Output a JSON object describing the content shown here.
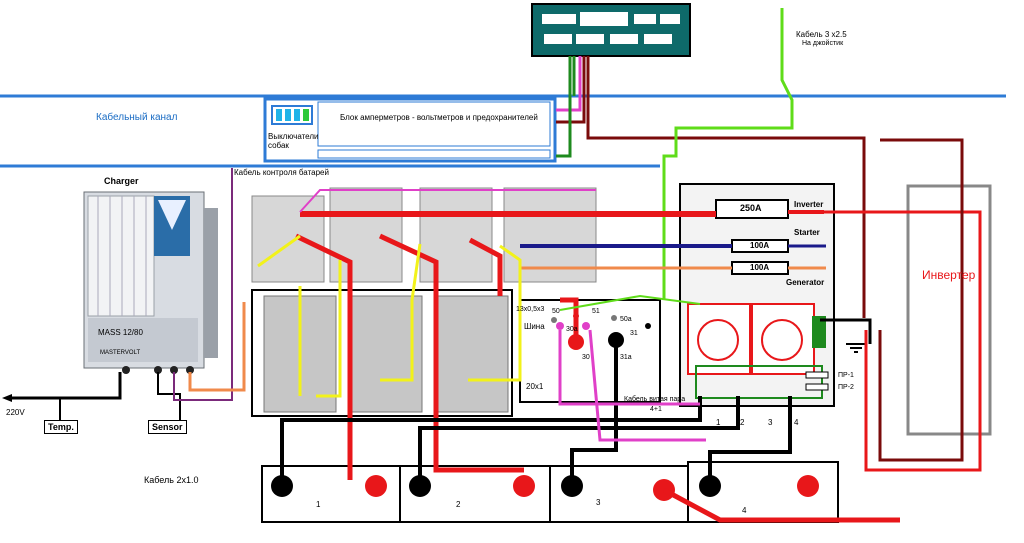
{
  "labels": {
    "cable_channel": "Кабельный канал",
    "meter_block": "Блок амперметров - вольтметров  и предохранителей",
    "switches": "Выключатели собак",
    "battery_cable": "Кабель контроля батарей",
    "charger": "Charger",
    "charger_model": "MASS 12/80",
    "charger_brand": "MASTERVOLT",
    "v220": "220V",
    "temp": "Temp.",
    "sensor": "Sensor",
    "cable_2x1": "Кабель 2х1.0",
    "cable_3x25": "Кабель  3  х2.5",
    "to_joystick": "На джойстик",
    "inverter_word": "Инвертер",
    "inverter_arrow": "Inverter",
    "starter": "Starter",
    "generator": "Generator",
    "fuse_250": "250A",
    "fuse_100a": "100A",
    "fuse_100b": "100A",
    "cable_13x": "13х0,5х3",
    "bus": "Шина",
    "t50": "50",
    "t51": "51",
    "t50a": "50а",
    "t30a": "30а",
    "t31": "31",
    "t30": "30",
    "t31a": "31а",
    "cable_20x1": "20х1",
    "twisted_pair": "Кабель витая пара",
    "twisted_pair_spec": "4+1",
    "pr1": "ПР-1",
    "pr2": "ПР-2",
    "n1": "1",
    "n2": "2",
    "n3": "3",
    "n4": "4",
    "bat1": "1",
    "bat2": "2",
    "bat3": "3",
    "bat4": "4"
  },
  "colors": {
    "channel": "#2e7bd6",
    "red": "#e8171a",
    "darkred": "#7a0b0b",
    "green": "#5fdc1a",
    "darkgreen": "#1e8a1e",
    "yellow": "#f2f21a",
    "pink": "#e040c8",
    "orange": "#f08a4b",
    "navy": "#1a1a8a",
    "black": "#000000",
    "teal": "#0e6a6a"
  }
}
